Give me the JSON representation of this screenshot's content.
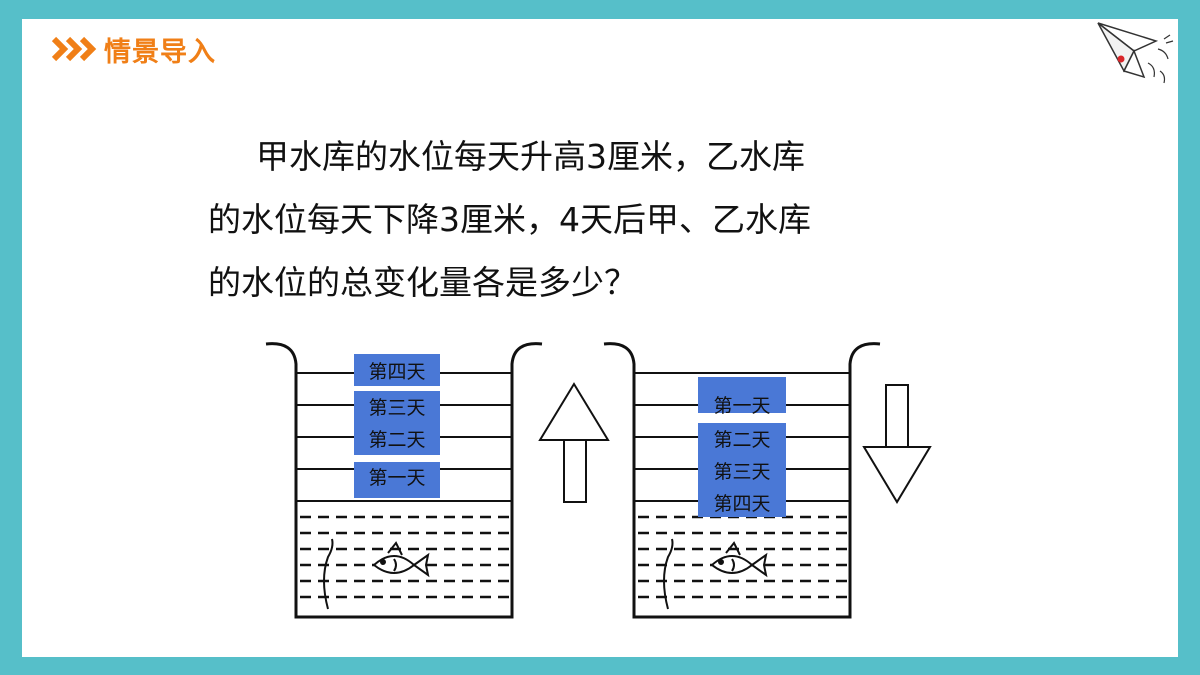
{
  "header": {
    "icon": "triple-chevron-right-icon",
    "title": "情景导入"
  },
  "question": {
    "lines": [
      "甲水库的水位每天升高3厘米，乙水库",
      "的水位每天下降3厘米，4天后甲、乙水库",
      "的水位的总变化量各是多少？"
    ]
  },
  "reservoir_a": {
    "direction": "up",
    "labels": [
      "第四天",
      "第三天",
      "第二天",
      "第一天"
    ]
  },
  "reservoir_b": {
    "direction": "down",
    "labels": [
      "第一天",
      "第二天",
      "第三天",
      "第四天"
    ]
  },
  "colors": {
    "frame": "#56BFC9",
    "accent": "#F07F17",
    "label_box": "#4A78D6",
    "text": "#111111"
  }
}
